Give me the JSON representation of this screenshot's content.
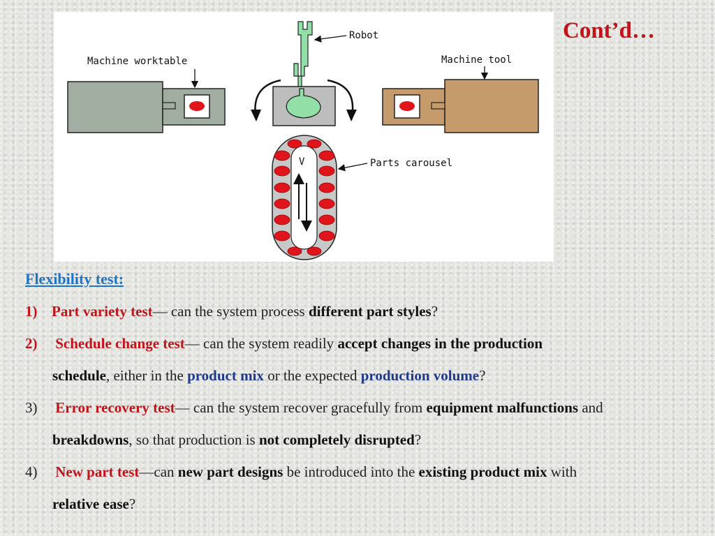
{
  "slide": {
    "title": "Cont’d…"
  },
  "figure": {
    "labels": {
      "robot": "Robot",
      "machine_worktable": "Machine worktable",
      "machine_tool": "Machine tool",
      "parts_carousel": "Parts carousel",
      "v": "V"
    },
    "colors": {
      "worktable": "#a0ada0",
      "machine_tool": "#c59b6b",
      "robot": "#92e0a8",
      "robot_base": "#bdbdbd",
      "part": "#e0141b"
    }
  },
  "flexibility": {
    "heading": "Flexibility test:",
    "items": [
      {
        "num": "1)",
        "name": "Part variety test",
        "dash": "—",
        "t1": " can the system process ",
        "b1": "different part styles",
        "t2": "?"
      },
      {
        "num": "2)",
        "name": "Schedule change test",
        "dash": "—",
        "t1": " can the system readily ",
        "b1": "accept changes in the production",
        "c_b1": "schedule",
        "c_t1": ", either in the ",
        "c_blue1": "product mix",
        "c_t2": " or the expected ",
        "c_blue2": "production volume",
        "c_t3": "?"
      },
      {
        "num": "3)",
        "name": "Error recovery test",
        "dash": "—",
        "t1": " can the system recover gracefully from ",
        "b1": "equipment malfunctions",
        "t2": " and",
        "c_b1": "breakdowns",
        "c_t1": ", so that production is ",
        "c_b2": "not completely disrupted",
        "c_t2": "?"
      },
      {
        "num": "4)",
        "name": "New part test",
        "dash": "—",
        "t1": "can ",
        "b1": "new part designs",
        "t2": " be introduced into the ",
        "b2": "existing product mix",
        "t3": " with",
        "c_b1": "relative ease",
        "c_t1": "?"
      }
    ]
  }
}
